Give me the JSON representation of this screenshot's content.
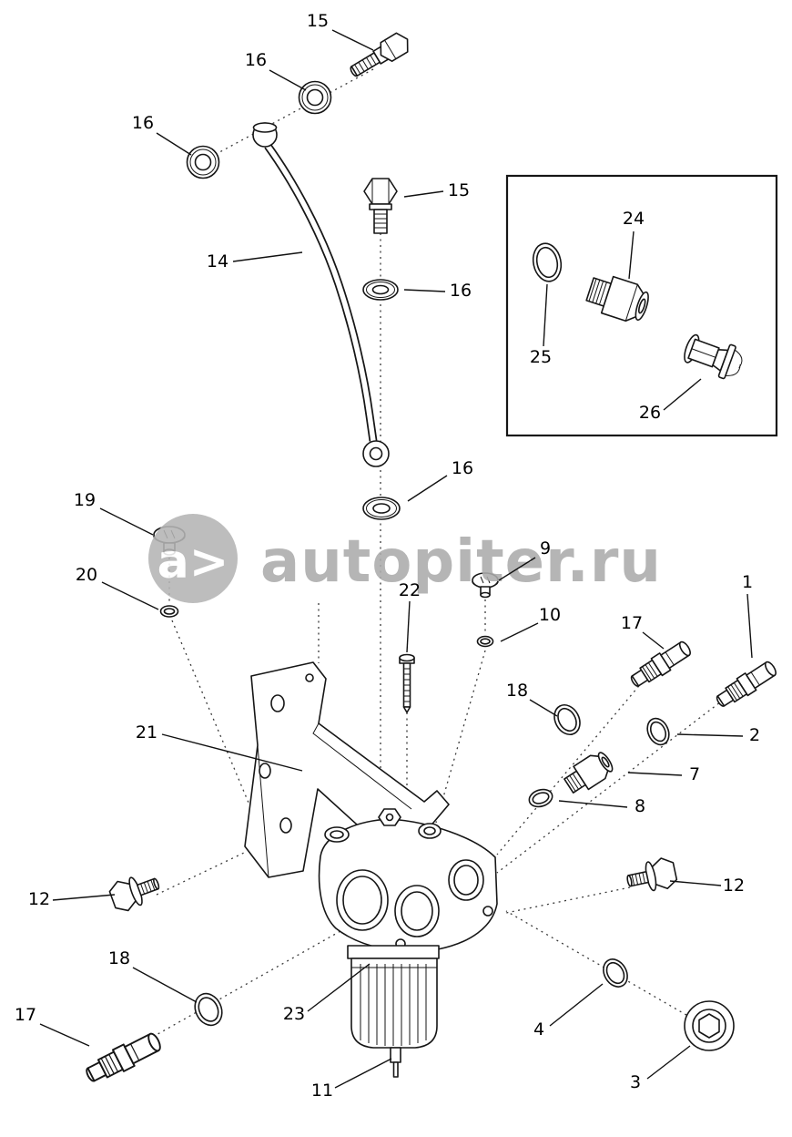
{
  "watermark": {
    "logo_text": "a>",
    "text": "autopiter.ru",
    "color": "#ababab",
    "logo_bg": "#b5b5b5",
    "logo_fg": "#ffffff"
  },
  "line_color": "#161616",
  "callouts": [
    {
      "label": "15"
    },
    {
      "label": "16"
    },
    {
      "label": "16"
    },
    {
      "label": "15"
    },
    {
      "label": "14"
    },
    {
      "label": "16"
    },
    {
      "label": "24"
    },
    {
      "label": "25"
    },
    {
      "label": "26"
    },
    {
      "label": "16"
    },
    {
      "label": "19"
    },
    {
      "label": "20"
    },
    {
      "label": "9"
    },
    {
      "label": "10"
    },
    {
      "label": "22"
    },
    {
      "label": "1"
    },
    {
      "label": "17"
    },
    {
      "label": "18"
    },
    {
      "label": "2"
    },
    {
      "label": "7"
    },
    {
      "label": "8"
    },
    {
      "label": "21"
    },
    {
      "label": "12"
    },
    {
      "label": "12"
    },
    {
      "label": "23"
    },
    {
      "label": "18"
    },
    {
      "label": "17"
    },
    {
      "label": "11"
    },
    {
      "label": "4"
    },
    {
      "label": "3"
    }
  ]
}
